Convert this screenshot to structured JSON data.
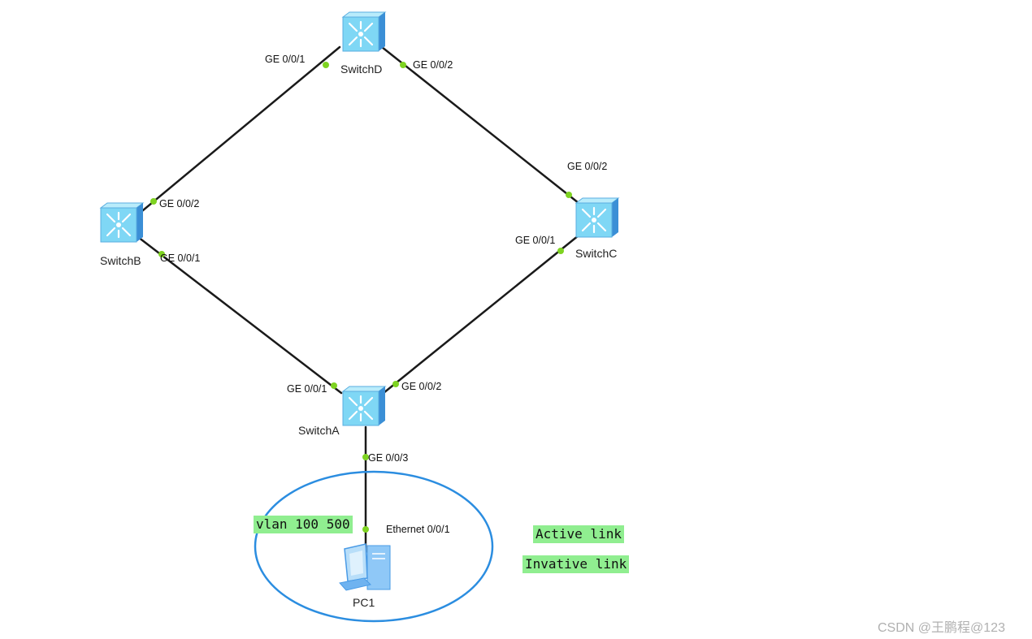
{
  "devices": {
    "switch_d": "SwitchD",
    "switch_b": "SwitchB",
    "switch_c": "SwitchC",
    "switch_a": "SwitchA",
    "pc1": "PC1"
  },
  "ports": {
    "d_ge001": "GE 0/0/1",
    "d_ge002": "GE 0/0/2",
    "b_ge002": "GE 0/0/2",
    "b_ge001": "GE 0/0/1",
    "c_ge002": "GE 0/0/2",
    "c_ge001": "GE 0/0/1",
    "a_ge001": "GE 0/0/1",
    "a_ge002": "GE 0/0/2",
    "a_ge003": "GE 0/0/3",
    "pc_eth001": "Ethernet 0/0/1"
  },
  "tags": {
    "vlan": "vlan 100 500",
    "active": "Active link",
    "inactive": "Invative link"
  },
  "watermark": "CSDN @王鹏程@123",
  "colors": {
    "link": "#1a1a1a",
    "port_dot": "#7ed321",
    "ellipse": "#2b8de0",
    "tag_bg": "#90ee90",
    "switch_face": "#7fd7f5",
    "switch_side": "#3b8fd6"
  },
  "icons": [
    "switch-icon",
    "pc-icon"
  ]
}
